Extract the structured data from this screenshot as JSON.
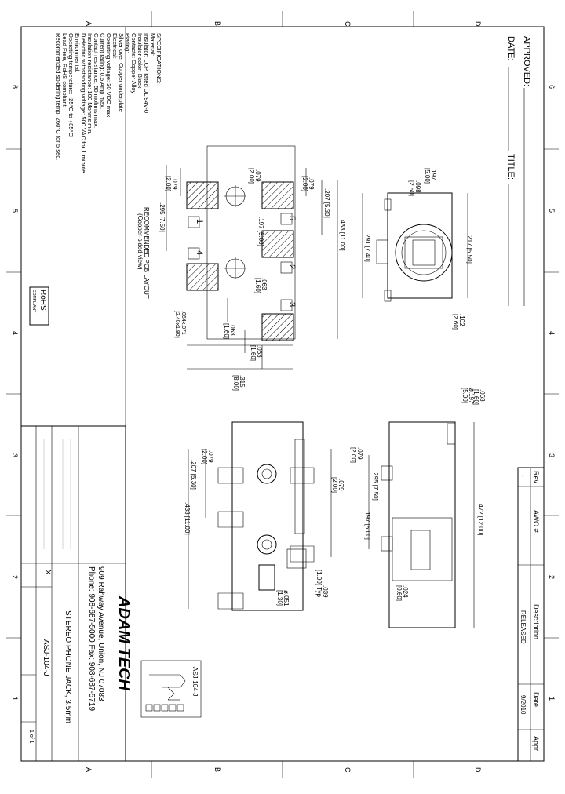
{
  "border": {
    "cols": [
      "A",
      "B",
      "C",
      "D"
    ],
    "rows": [
      "6",
      "5",
      "4",
      "3",
      "2",
      "1"
    ]
  },
  "header": {
    "approved_label": "APPROVED:",
    "date_label": "DATE:",
    "title_label": "TITLE:"
  },
  "revision": {
    "headers": [
      "Rev",
      "AWO #",
      "Description",
      "Date",
      "Appr"
    ],
    "rows": [
      {
        "rev": "-",
        "awo": "",
        "description": "RELEASED",
        "date": "9/2010",
        "appr": ""
      }
    ]
  },
  "notes": {
    "heading": "SPECIFICATIONS:",
    "lines": [
      "Material:",
      "Insulator: LCP, rated UL 94V-0",
      "Insulator color: Black",
      "Contacts: Copper Alloy",
      "Plating:",
      "Silver over Copper underplate",
      "Electrical:",
      "Operating voltage: 30 VDC max.",
      "Current rating: 0.5 Amp max.",
      "Contact resistance: 50 mohms max.",
      "Insulation resistance: 100 Mohms min.",
      "Dielectric withstanding voltage: 500 VAC for 1 minute",
      "Environmental:",
      "Operating temperature: -25°C to +85°C",
      "Lead Free, RoHS compliant",
      "Recommended soldering temp: 260°C for 5 sec."
    ]
  },
  "rohs": {
    "main": "RoHS",
    "sub": "COMPLIANT"
  },
  "company": {
    "name": "ADAM TECH",
    "address": "909 Rahway Avenue, Union, NJ 07083",
    "phone": "Phone: 908-687-5000 Fax: 908-687-5719"
  },
  "title_block": {
    "title": "STEREO PHONE JACK, 3.5mm",
    "part_number": "ASJ-104-J",
    "scale": "X",
    "sheet": "1 of 1"
  },
  "pcb_layout": {
    "caption_1": "RECOMMENDED PCB LAYOUT",
    "caption_2": "(Copper-sided view)",
    "pads": [
      "1",
      "2",
      "3",
      "4",
      "5"
    ]
  },
  "dimensions": {
    "d_079a": ".079",
    "d_200a": "[2.00]",
    "d_079b": ".079",
    "d_200b": "[2.00]",
    "d_079c": ".079",
    "d_200c": "[2.00]",
    "d_207": ".207 [5.30]",
    "d_197": ".197 [5.00]",
    "d_433": ".433 [11.00]",
    "d_295": ".295 [7.50]",
    "d_063a": ".063",
    "d_160a": "[1.60]",
    "d_063b": ".063",
    "d_160b": "[1.60]",
    "d_063c": ".063",
    "d_160c": "[1.60]",
    "d_hole": ".064x.071",
    "d_hole_mm": "[2.40x1.80]",
    "d_315": ".315",
    "d_800": "[8.00]",
    "d_197f": ".197",
    "d_500f": "[5.00]",
    "d_098": ".098",
    "d_250": "[2.50]",
    "d_217": ".217 [5.50]",
    "d_291": ".291 [7.40]",
    "d_102": ".102",
    "d_260": "[2.60]",
    "d_197g": "ø.197",
    "d_500g": "[5.00]",
    "d_063s": ".063",
    "d_160s": "[1.60]",
    "d_472": ".472 [12.00]",
    "d_295s": ".295 [7.50]",
    "d_197s": ".197 [5.00]",
    "d_079s": ".079",
    "d_200s": "[2.00]",
    "d_024": ".024",
    "d_060": "[0.60]",
    "d_051": "ø.051",
    "d_130": "[1.30]",
    "d_039": ".039",
    "d_100": "[1.00] Typ",
    "d_079t": ".079",
    "d_200t": "[2.00]",
    "d_079u": ".079",
    "d_200u": "[2.00]",
    "d_207t": ".207 [5.30]",
    "d_433t": ".433 [11.00]"
  },
  "schematic": {
    "label": "ASJ-104-J"
  }
}
